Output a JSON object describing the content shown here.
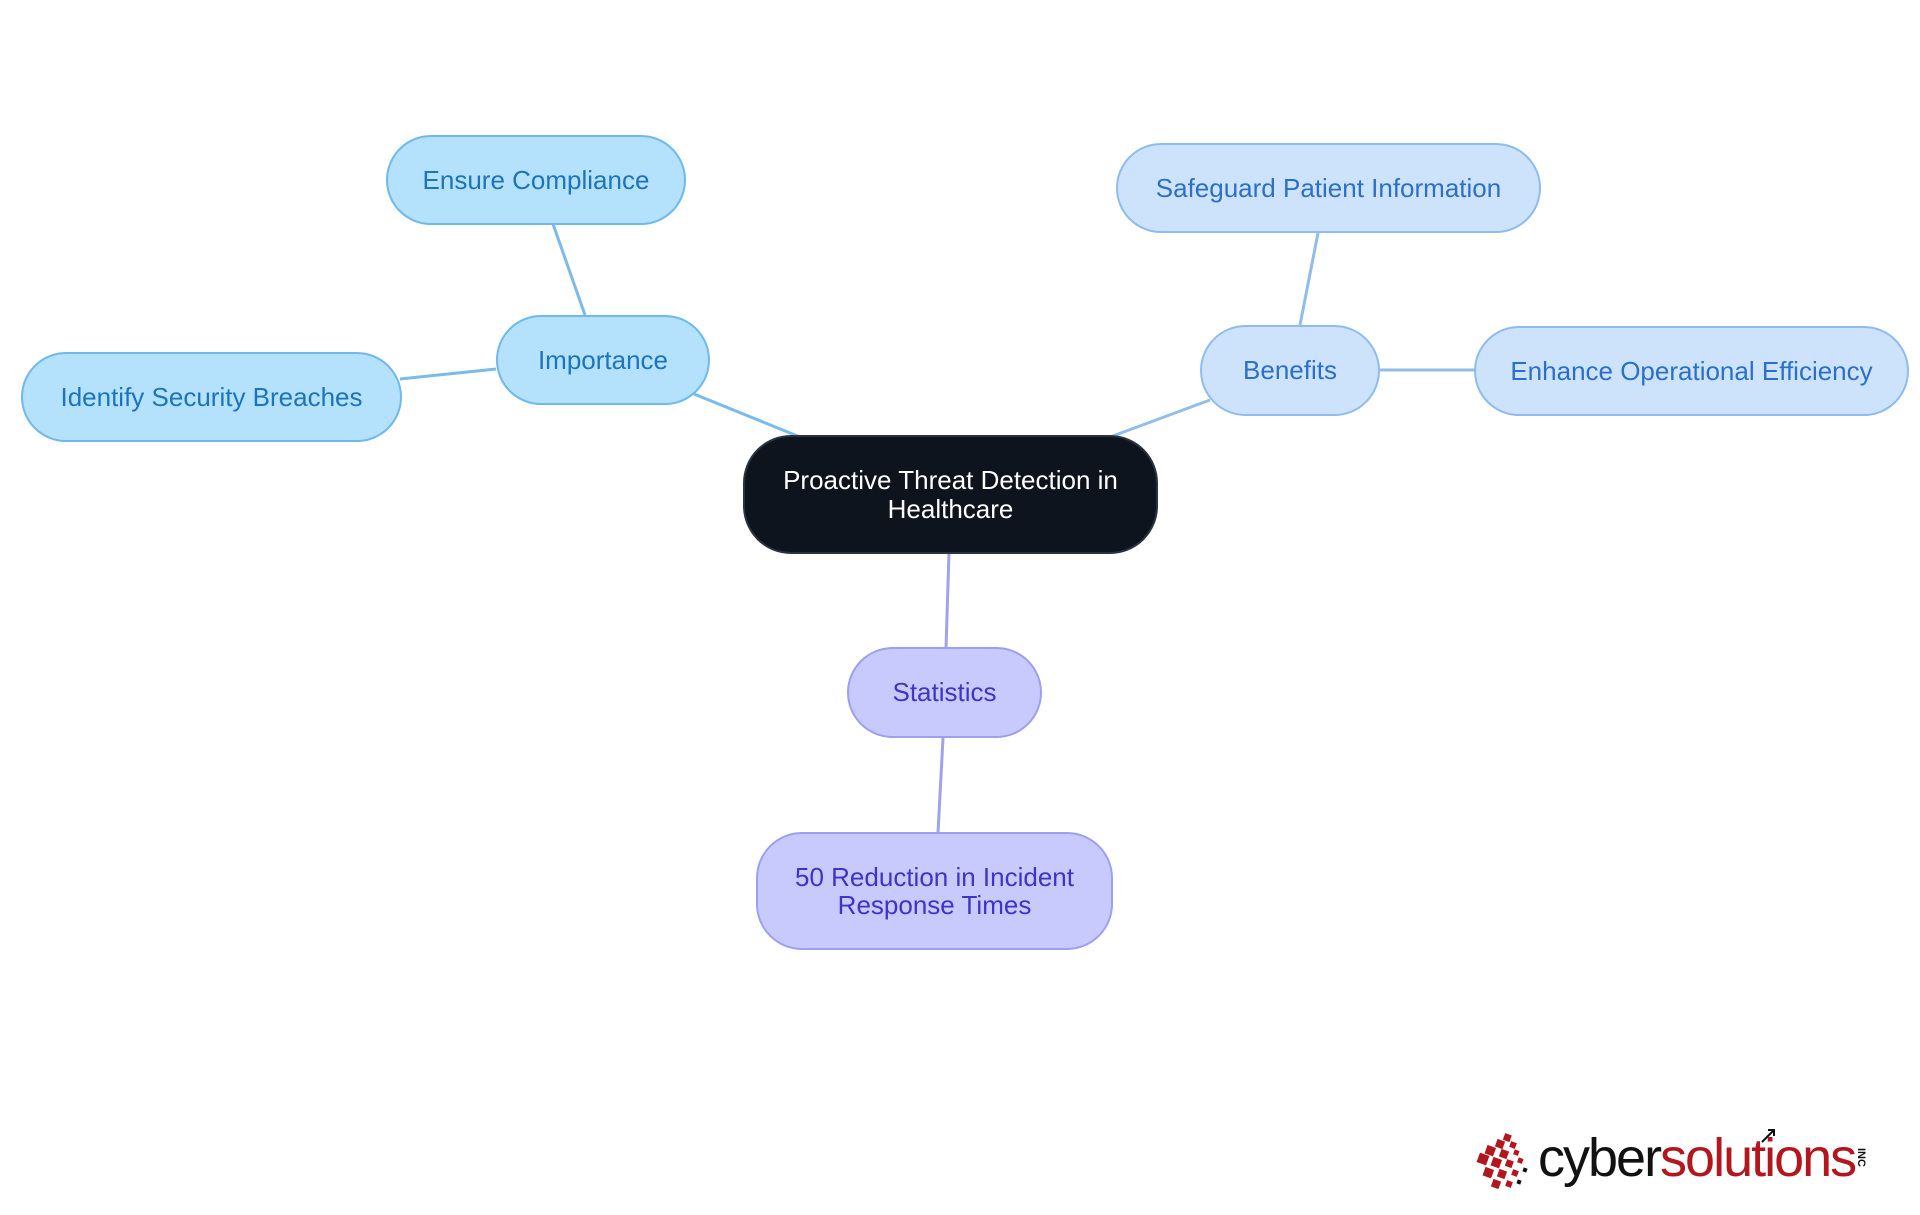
{
  "mindmap": {
    "root": "Proactive Threat Detection in Healthcare",
    "branches": {
      "importance": {
        "label": "Importance",
        "children": [
          "Ensure Compliance",
          "Identify Security Breaches"
        ],
        "color": "#b4e1fc"
      },
      "benefits": {
        "label": "Benefits",
        "children": [
          "Safeguard Patient Information",
          "Enhance Operational Efficiency"
        ],
        "color": "#cde3fb"
      },
      "statistics": {
        "label": "Statistics",
        "children": [
          "50 Reduction in Incident Response Times"
        ],
        "color": "#c8c9fc"
      }
    },
    "root_color": "#0e141d"
  },
  "logo": {
    "cyber": "cyber",
    "solutions": "solutions",
    "inc": "INC",
    "accent_color": "#b3161c"
  }
}
